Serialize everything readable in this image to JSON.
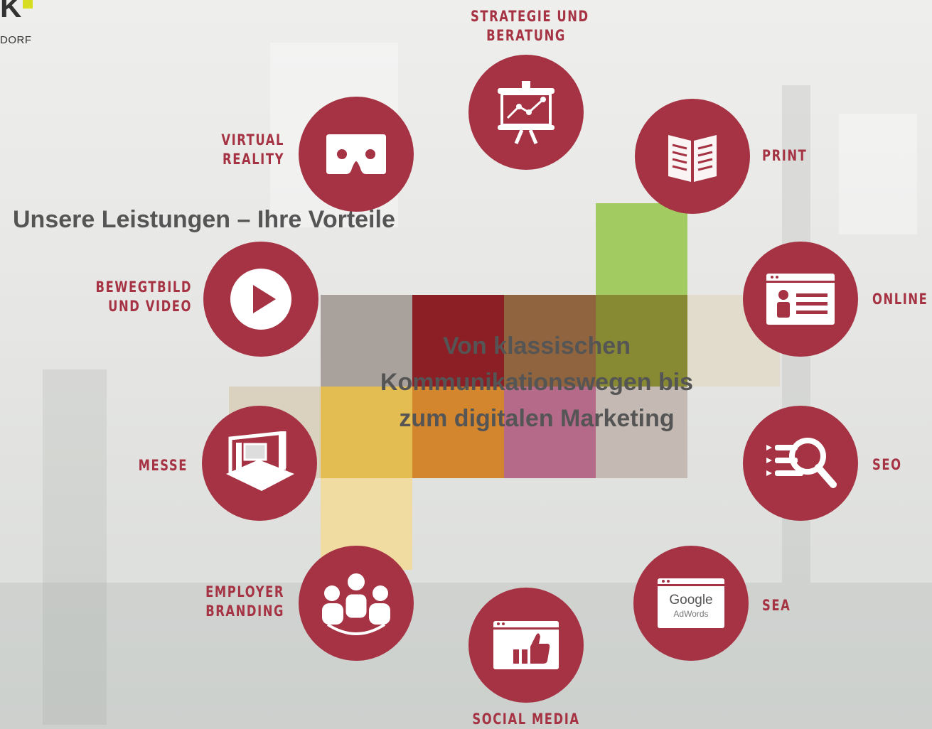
{
  "logo": {
    "mark": "K",
    "subtitle": "DORF",
    "accent": "#d7de22"
  },
  "headline": "Unsere Leistungen – Ihre Vorteile",
  "center_text": {
    "line1": "Von klassischen",
    "line2": "Kommunikationswegen bis",
    "line3": "zum digitalen Marketing"
  },
  "services": {
    "strategie": {
      "line1": "STRATEGIE UND",
      "line2": "BERATUNG",
      "icon": "presentation-chart-icon"
    },
    "print": {
      "line1": "PRINT",
      "icon": "open-magazine-icon"
    },
    "online": {
      "line1": "ONLINE",
      "icon": "website-profile-icon"
    },
    "seo": {
      "line1": "SEO",
      "icon": "search-list-icon"
    },
    "sea": {
      "line1": "SEA",
      "icon": "google-adwords-icon",
      "icon_text1": "Google",
      "icon_text2": "AdWords"
    },
    "social": {
      "line1": "SOCIAL MEDIA",
      "icon": "thumbs-up-browser-icon"
    },
    "employer": {
      "line1": "EMPLOYER",
      "line2": "BRANDING",
      "icon": "team-group-icon"
    },
    "messe": {
      "line1": "MESSE",
      "icon": "trade-fair-booth-icon"
    },
    "bewegtbild": {
      "line1": "BEWEGTBILD",
      "line2": "UND VIDEO",
      "icon": "play-button-icon"
    },
    "vr": {
      "line1": "VIRTUAL",
      "line2": "REALITY",
      "icon": "vr-headset-icon"
    }
  },
  "colors": {
    "circle": "#a63344",
    "label": "#a63344",
    "blocks": [
      "#a9a19b",
      "#8b1f25",
      "#8f643e",
      "#a2cc62",
      "#878a33",
      "#e2dccc",
      "#e4bd52",
      "#d4862f",
      "#b46a88",
      "#c4bab3",
      "#f0dba1",
      "#d7cdb6"
    ]
  }
}
